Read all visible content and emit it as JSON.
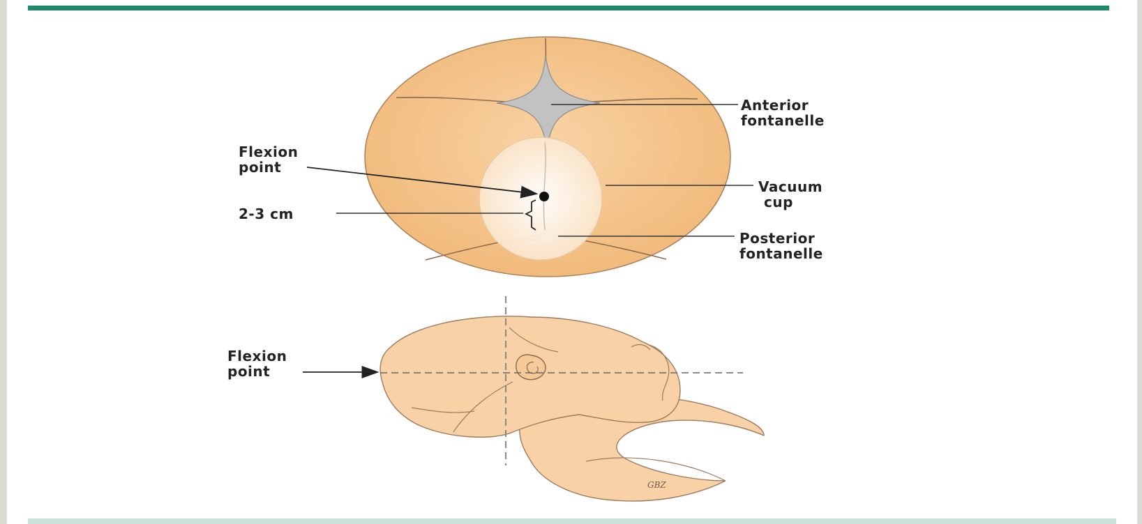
{
  "colors": {
    "frame_accent": "#1e8a6a",
    "frame_bottom": "#c9e2d7",
    "skin": "#f6c58e",
    "skin_light": "#f8d5ac",
    "fontanelle": "#b8b8b8",
    "vacuum_cup": "#fff6ea",
    "line": "#333333"
  },
  "labels": {
    "anterior_fontanelle": [
      "Anterior",
      "fontanelle"
    ],
    "flexion_point_top": [
      "Flexion",
      "point"
    ],
    "vacuum_cup": [
      "Vacuum",
      "cup"
    ],
    "distance": "2-3 cm",
    "posterior_fontanelle": [
      "Posterior",
      "fontanelle"
    ],
    "flexion_point_bottom": [
      "Flexion",
      "point"
    ],
    "artist_signature": "GBZ"
  },
  "icons": {
    "pointer_arrow": "arrow-right-icon",
    "flexion_marker": "dot-marker-icon"
  }
}
